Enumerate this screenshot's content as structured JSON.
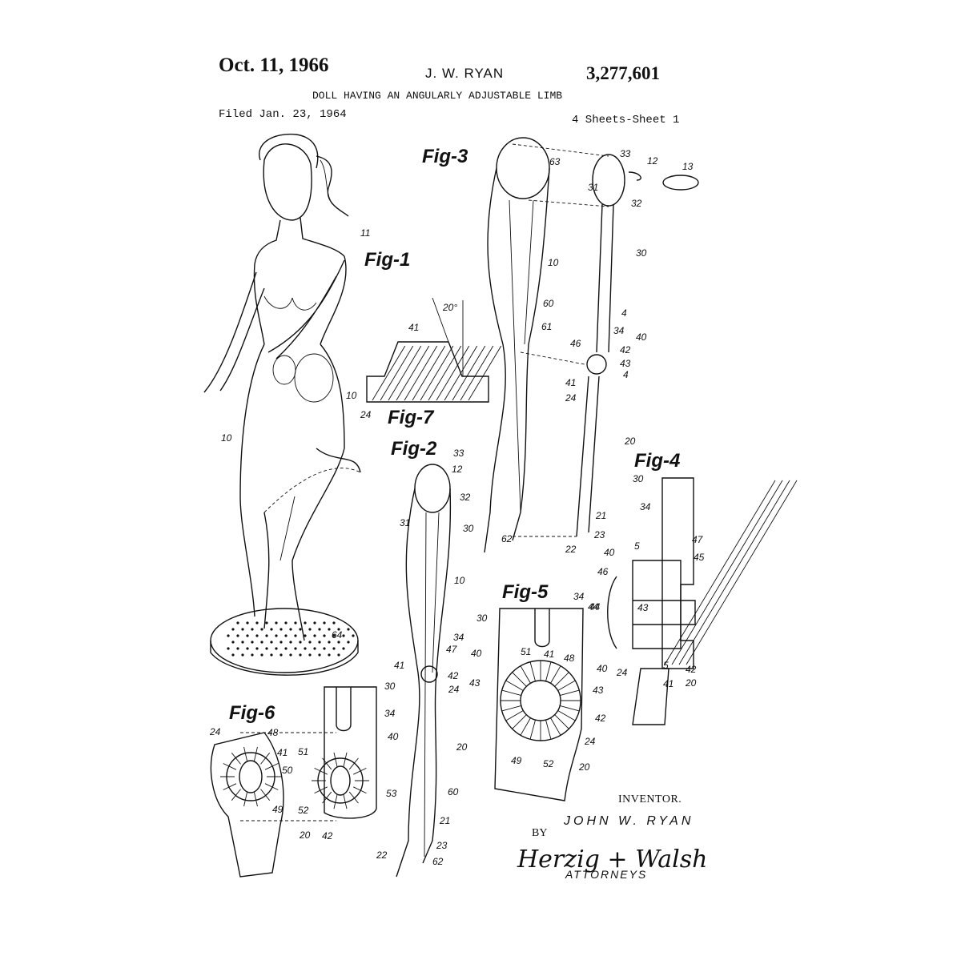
{
  "header": {
    "date": "Oct. 11, 1966",
    "inventor": "J. W. RYAN",
    "patent_number": "3,277,601",
    "title": "DOLL HAVING AN ANGULARLY ADJUSTABLE LIMB",
    "filed": "Filed Jan. 23, 1964",
    "sheets": "4 Sheets-Sheet 1"
  },
  "figures": [
    "Fig-1",
    "Fig-2",
    "Fig-3",
    "Fig-4",
    "Fig-5",
    "Fig-6",
    "Fig-7"
  ],
  "annotations": {
    "angle": "20°"
  },
  "references": {
    "fig1": [
      "11",
      "10",
      "10",
      "64"
    ],
    "fig2": [
      "33",
      "12",
      "32",
      "31",
      "30",
      "10",
      "34",
      "47",
      "40",
      "41",
      "42",
      "43",
      "24",
      "20",
      "60",
      "21",
      "22",
      "23",
      "62"
    ],
    "fig3": [
      "63",
      "33",
      "12",
      "13",
      "31",
      "32",
      "30",
      "10",
      "60",
      "61",
      "4",
      "34",
      "40",
      "46",
      "42",
      "43",
      "41",
      "4",
      "24",
      "20",
      "21",
      "62",
      "23",
      "22"
    ],
    "fig4": [
      "30",
      "34",
      "5",
      "47",
      "45",
      "40",
      "46",
      "43",
      "44",
      "24",
      "5",
      "42",
      "41",
      "20"
    ],
    "fig5": [
      "34",
      "30",
      "44",
      "51",
      "41",
      "48",
      "40",
      "43",
      "42",
      "24",
      "49",
      "52",
      "20"
    ],
    "fig6": [
      "30",
      "34",
      "40",
      "24",
      "48",
      "41",
      "50",
      "51",
      "53",
      "49",
      "52",
      "42",
      "20"
    ],
    "fig7": [
      "41",
      "24"
    ]
  },
  "footer": {
    "inventor_label": "INVENTOR.",
    "inventor_name": "JOHN W. RYAN",
    "by": "BY",
    "signature": "Herzig + Walsh",
    "attorneys": "ATTORNEYS"
  }
}
